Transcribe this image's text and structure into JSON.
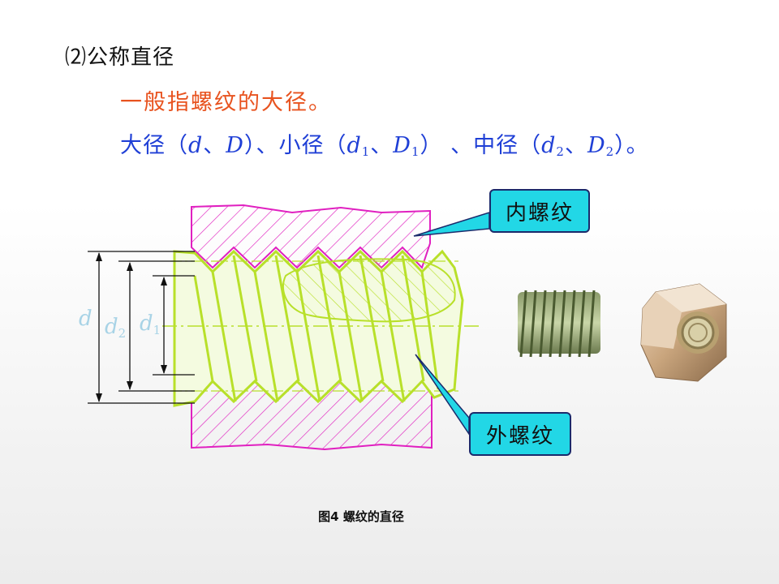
{
  "heading": "⑵公称直径",
  "line1": "一般指螺纹的大径。",
  "line2": {
    "p1": "大径（",
    "d": "d",
    "sep1": "、",
    "D": "D",
    "p2": "）、小径（",
    "d1": "d",
    "d1_sub": "1",
    "sep2": "、",
    "D1": "D",
    "D1_sub": "1",
    "p3": "）  、中径（",
    "d2": "d",
    "d2_sub": "2",
    "sep3": "、",
    "D2": "D",
    "D2_sub": "2",
    "p4": "）。"
  },
  "callouts": {
    "internal": "内螺纹",
    "external": "外螺纹"
  },
  "dim_labels": {
    "d": "d",
    "d2": "d",
    "d2_sub": "2",
    "d1": "d",
    "d1_sub": "1"
  },
  "caption": "图4  螺纹的直径",
  "colors": {
    "orange_text": "#e8531f",
    "blue_text": "#1f3fd6",
    "magenta_outline": "#e020c0",
    "green_thread": "#b8e02a",
    "callout_fill": "#22d7e6"
  }
}
